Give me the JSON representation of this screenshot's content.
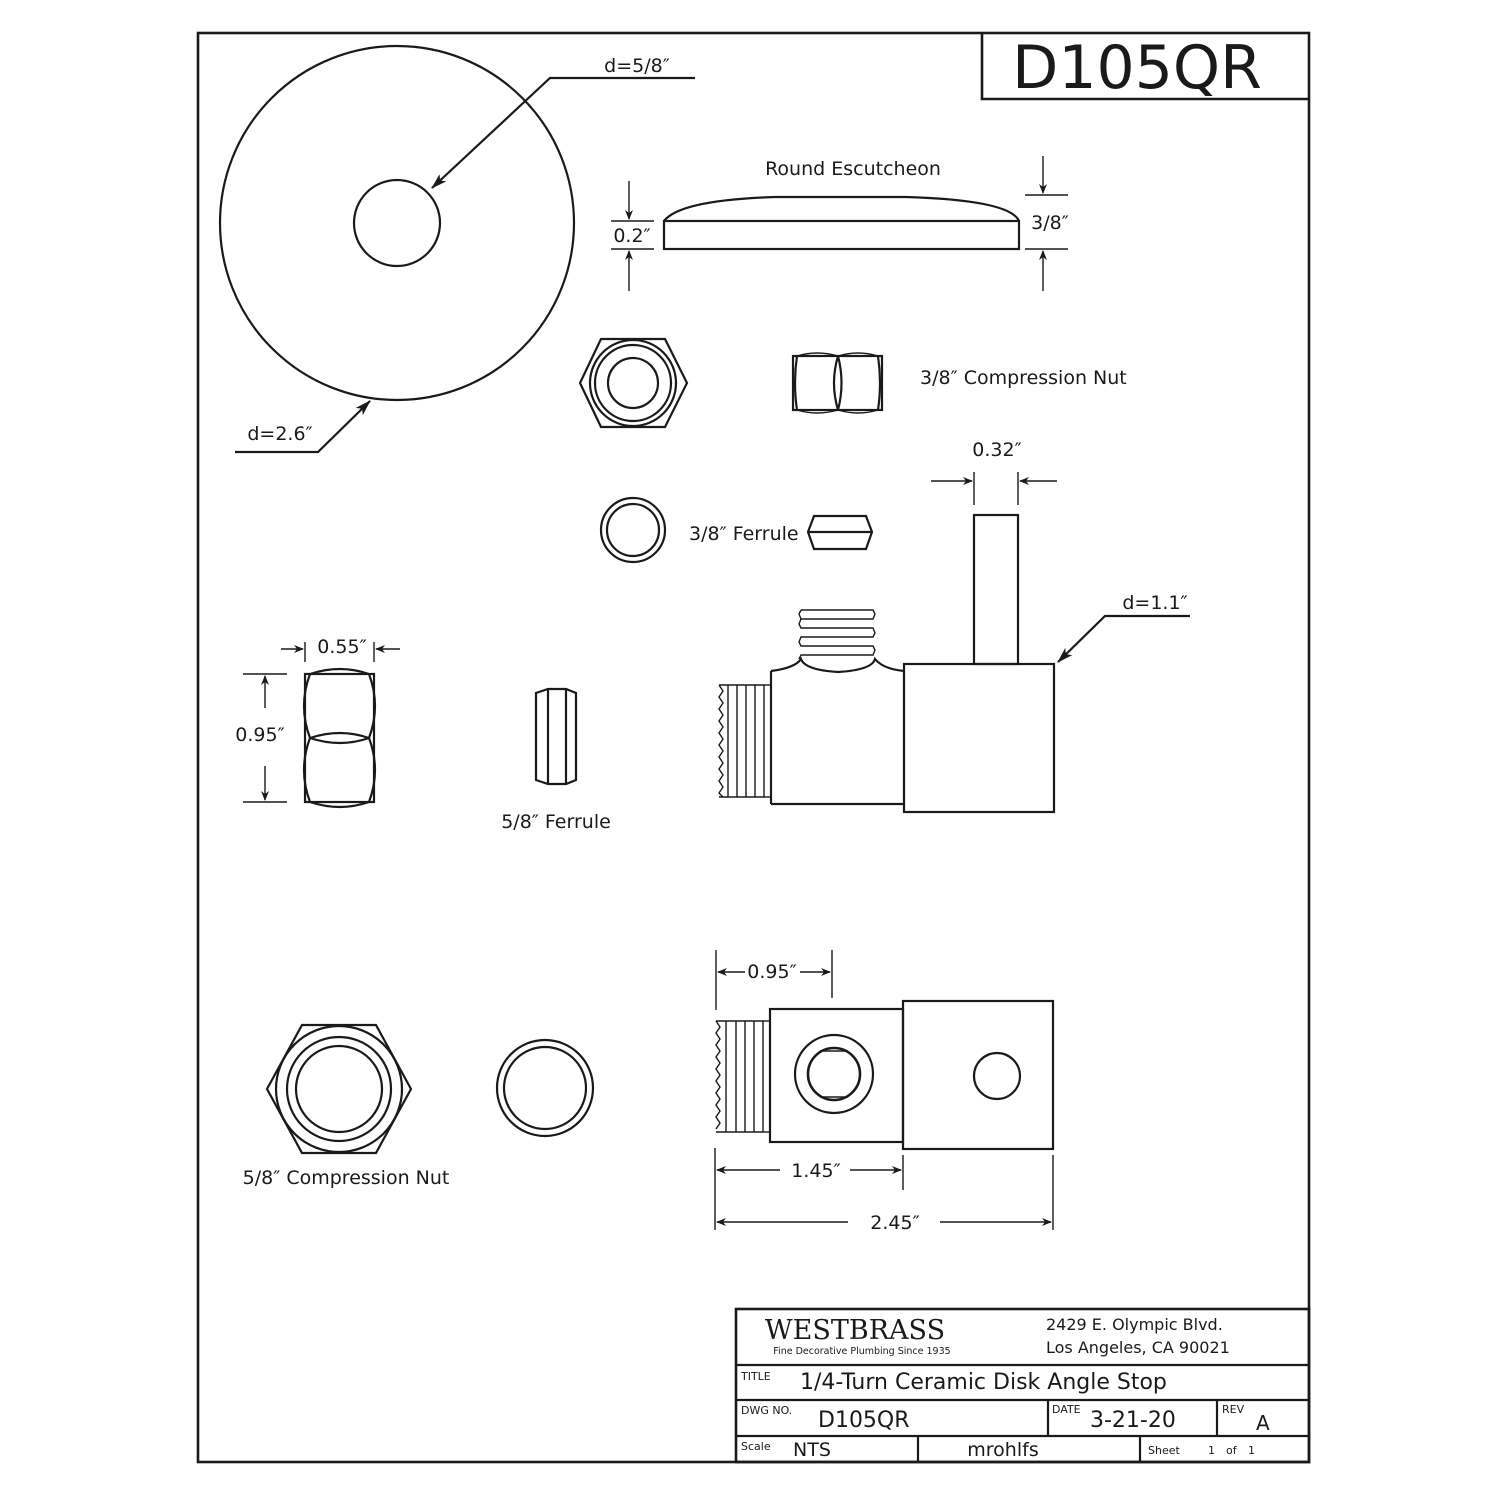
{
  "drawing": {
    "number_header": "D105QR",
    "stroke_color": "#1a1a1a",
    "background": "#ffffff"
  },
  "parts": {
    "escutcheon_face": {
      "outer_diameter": "d=2.6″",
      "inner_diameter": "d=5/8″"
    },
    "escutcheon_side": {
      "label": "Round Escutcheon",
      "base_height": "0.2″",
      "total_height": "3/8″"
    },
    "compression_nut_small": {
      "label": "3/8″ Compression Nut"
    },
    "ferrule_small": {
      "label": "3/8″ Ferrule"
    },
    "compression_nut_large_side": {
      "width": "0.55″",
      "height": "0.95″"
    },
    "ferrule_large": {
      "label": "5/8″ Ferrule"
    },
    "compression_nut_large": {
      "label": "5/8″ Compression Nut"
    },
    "valve_side": {
      "handle_width": "0.32″",
      "body_diameter": "d=1.1″"
    },
    "valve_top": {
      "inlet_length": "0.95″",
      "outlet_length": "1.45″",
      "total_length": "2.45″"
    }
  },
  "title_block": {
    "company": "WESTBRASS",
    "tagline": "Fine Decorative Plumbing Since 1935",
    "address_line1": "2429 E. Olympic Blvd.",
    "address_line2": "Los Angeles, CA 90021",
    "title_label": "TITLE",
    "title": "1/4-Turn Ceramic Disk Angle Stop",
    "dwg_label": "DWG NO.",
    "dwg_no": "D105QR",
    "date_label": "DATE",
    "date": "3-21-20",
    "rev_label": "REV",
    "rev": "A",
    "scale_label": "Scale",
    "scale": "NTS",
    "drawn_by": "mrohlfs",
    "sheet_label": "Sheet",
    "sheet_num": "1",
    "sheet_of": "of",
    "sheet_total": "1"
  }
}
